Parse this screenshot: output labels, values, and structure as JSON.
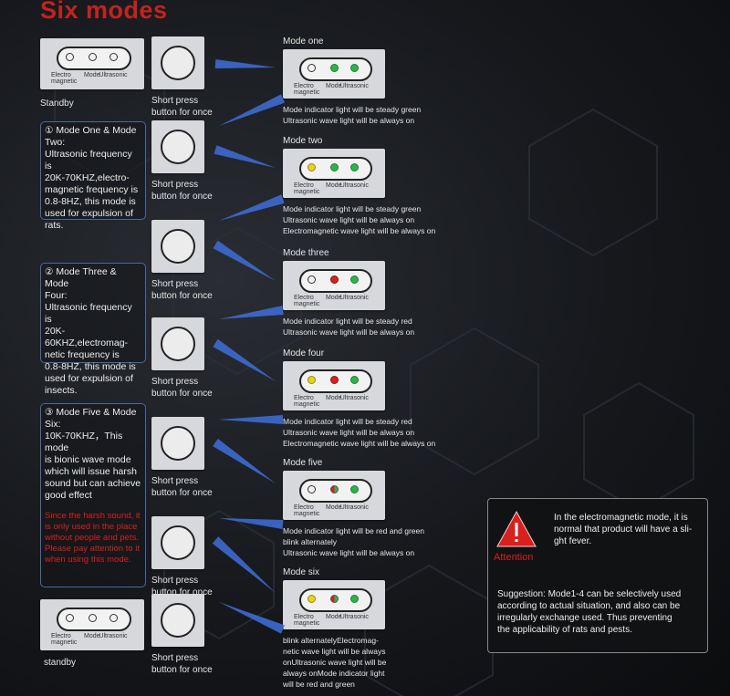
{
  "title": "Six modes",
  "labels": {
    "electro": "Electro magnetic",
    "mode": "Mode",
    "ultrasonic": "Ultrasonic"
  },
  "standby_top": "Standby",
  "standby_bottom": "standby",
  "short_press": "Short press button for once",
  "modes": [
    {
      "name": "Mode one",
      "lights": [
        "off",
        "green",
        "green"
      ],
      "desc": [
        "Mode indicator light will be steady green",
        "Ultrasonic wave light will be always on"
      ]
    },
    {
      "name": "Mode two",
      "lights": [
        "yellow",
        "green",
        "green"
      ],
      "desc": [
        "Mode indicator light will be steady green",
        "Ultrasonic wave light will be always on",
        "Electromagnetic wave light will be always on"
      ]
    },
    {
      "name": "Mode three",
      "lights": [
        "off",
        "red",
        "green"
      ],
      "desc": [
        "Mode indicator light will be steady red",
        "Ultrasonic wave light will be always on"
      ]
    },
    {
      "name": "Mode four",
      "lights": [
        "yellow",
        "red",
        "green"
      ],
      "desc": [
        "Mode indicator light will be steady red",
        "Ultrasonic wave light will be always on",
        "Electromagnetic wave light will be always on"
      ]
    },
    {
      "name": "Mode five",
      "lights": [
        "off",
        "split",
        "green"
      ],
      "desc": [
        "Mode indicator light will be red and green",
        "blink alternately",
        "Ultrasonic wave light will be always on"
      ]
    },
    {
      "name": "Mode six",
      "lights": [
        "yellow",
        "split",
        "green"
      ],
      "desc": [
        "blink alternatelyElectromag-",
        "netic wave light will be always",
        "onUltrasonic wave light will be",
        "always onMode indicator light",
        "will be red and green"
      ]
    }
  ],
  "infoboxes": [
    {
      "lines": [
        "① Mode One & Mode",
        "Two:",
        "Ultrasonic frequency is",
        "20K-70KHZ,electro-",
        "magnetic frequency is",
        "0.8-8HZ, this mode is",
        "used for expulsion of",
        "rats."
      ],
      "red_lines": []
    },
    {
      "lines": [
        "② Mode Three & Mode",
        "Four:",
        "Ultrasonic frequency is",
        "20K-60KHZ,electromag-",
        "netic frequency is",
        "0.8-8HZ, this mode is",
        "used for expulsion of",
        "insects."
      ],
      "red_lines": []
    },
    {
      "lines": [
        "③ Mode Five & Mode",
        "Six:",
        "10K-70KHZ，This mode",
        "is bionic wave mode",
        "which will issue harsh",
        "sound but can achieve",
        "good effect"
      ],
      "red_lines": [
        "Since the harsh sound, it",
        "is only used in the  place",
        "without people and pets.",
        "Please pay attention to it",
        "when using this mode."
      ]
    }
  ],
  "attention": {
    "label": "Attention",
    "text1": [
      "In the electromagnetic mode, it is",
      "normal that product will have a sli-",
      "ght fever."
    ],
    "text2": [
      "Suggestion: Mode1-4 can be selectively used",
      "according to actual situation, and also can be",
      "irregularly exchange used. Thus preventing",
      "the applicability of rats and pests."
    ],
    "colors": {
      "warning": "#d8201d"
    }
  }
}
